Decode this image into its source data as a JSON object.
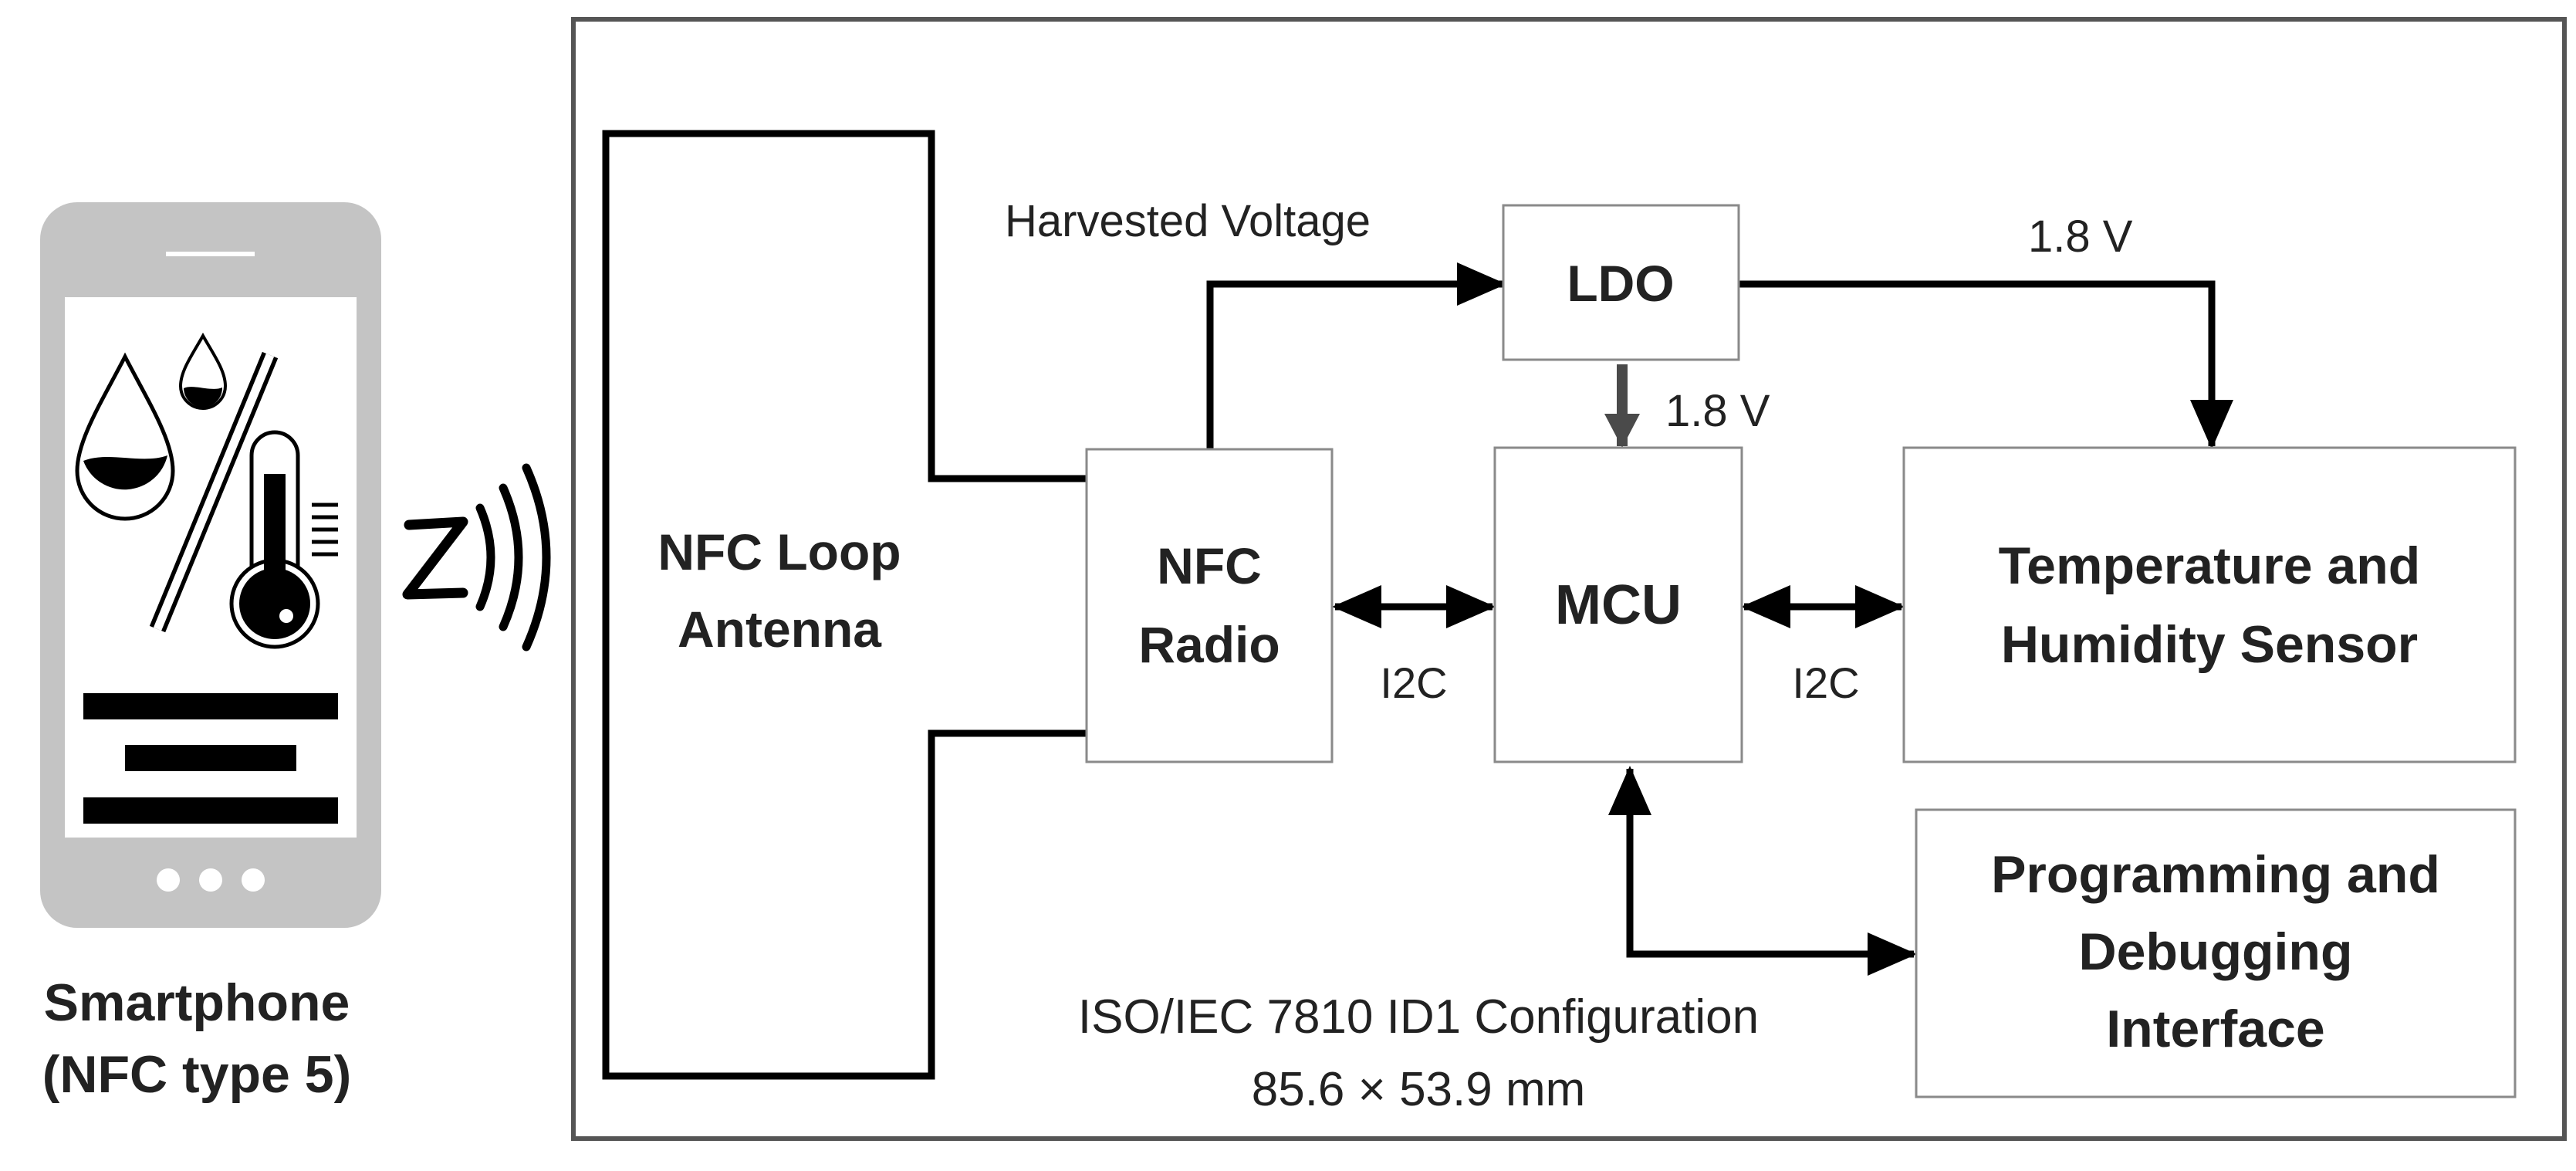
{
  "smartphone": {
    "label_line1": "Smartphone",
    "label_line2": "(NFC type 5)",
    "screen_icons": [
      "water-drop-icon",
      "percent-icon",
      "thermometer-icon",
      "nfc-wave-icon"
    ]
  },
  "card": {
    "caption_line1": "ISO/IEC 7810 ID1 Configuration",
    "caption_line2": "85.6 × 53.9 mm"
  },
  "blocks": {
    "antenna": {
      "line1": "NFC Loop",
      "line2": "Antenna"
    },
    "radio": {
      "line1": "NFC",
      "line2": "Radio"
    },
    "ldo": {
      "line1": "LDO"
    },
    "mcu": {
      "line1": "MCU"
    },
    "sensor": {
      "line1": "Temperature and",
      "line2": "Humidity Sensor"
    },
    "debug": {
      "line1": "Programming and",
      "line2": "Debugging",
      "line3": "Interface"
    }
  },
  "connections": {
    "harvested_voltage": "Harvested Voltage",
    "ldo_to_sensor": "1.8 V",
    "ldo_to_mcu": "1.8 V",
    "radio_mcu_bus": "I2C",
    "mcu_sensor_bus": "I2C"
  },
  "colors": {
    "block_border": "#8a8a8a",
    "card_border": "#555555",
    "phone_body": "#c4c4c4",
    "wire": "#000000"
  }
}
